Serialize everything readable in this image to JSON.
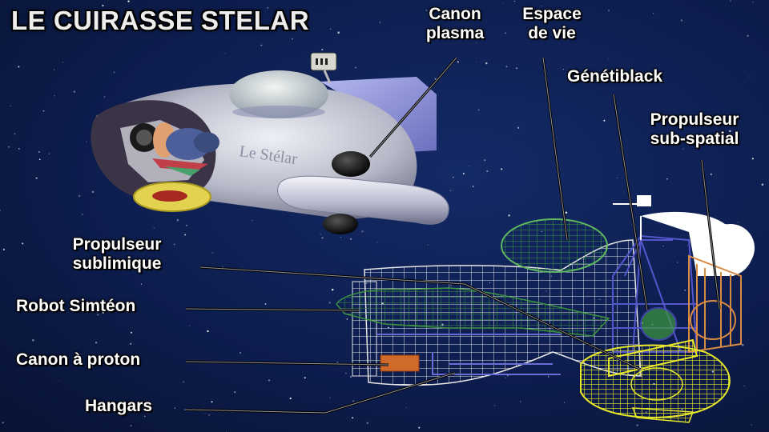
{
  "title": "LE CUIRASSE STELAR",
  "ship_name": "Le Stélar",
  "labels": {
    "canon_plasma": [
      "Canon",
      "plasma"
    ],
    "espace_de_vie": [
      "Espace",
      "de vie"
    ],
    "genetiblack": "Génétiblack",
    "propulseur_subspatial": [
      "Propulseur",
      "sub-spatial"
    ],
    "propulseur_sublimique": [
      "Propulseur",
      "sublimique"
    ],
    "robot_simteon": "Robot Simtéon",
    "canon_proton": "Canon à proton",
    "hangars": "Hangars"
  },
  "colors": {
    "background": "#0d1d4e",
    "hull": "#c8c9d6",
    "wireframe_hull": "#e6e6e6",
    "robot": "#3e9a3e",
    "espace_de_vie": "#5fb85f",
    "genetiblack": "#5555cc",
    "propulseur_subspatial": "#d98a44",
    "propulseur_sublimique": "#e5e52a",
    "canon_proton": "#d06a2a",
    "hangars": "#6b6bd6"
  }
}
